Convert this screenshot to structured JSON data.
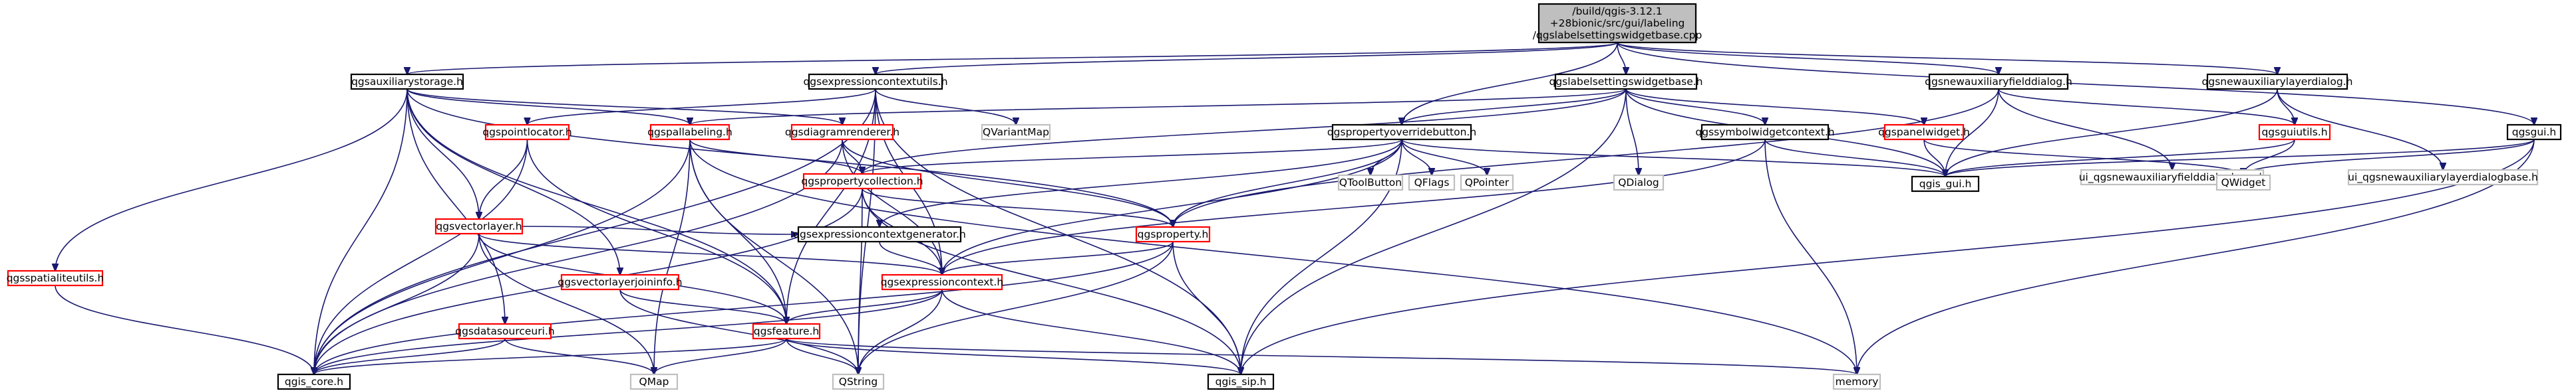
{
  "diagram": {
    "title": "include dependency graph",
    "colors": {
      "root_fill": "#bfbfbf",
      "root_stroke": "#000000",
      "documented_fill": "#ffffff",
      "documented_stroke": "#000000",
      "undocumented_fill": "#ffffff",
      "undocumented_stroke": "#ff0000",
      "external_fill": "#ffffff",
      "external_stroke": "#bfbfbf",
      "edge": "#191970"
    },
    "nodes": [
      {
        "id": "root",
        "lines": [
          "/build/qgis-3.12.1",
          "+28bionic/src/gui/labeling",
          "/qgslabelsettingswidgetbase.cpp"
        ],
        "style": "root"
      },
      {
        "id": "qgsauxiliarystorage",
        "lines": [
          "qgsauxiliarystorage.h"
        ],
        "style": "documented"
      },
      {
        "id": "qgsexpressioncontextutils",
        "lines": [
          "qgsexpressioncontextutils.h"
        ],
        "style": "documented"
      },
      {
        "id": "qgslabelsettingswidgetbase",
        "lines": [
          "qgslabelsettingswidgetbase.h"
        ],
        "style": "documented"
      },
      {
        "id": "qgsnewauxiliaryfielddialog",
        "lines": [
          "qgsnewauxiliaryfielddialog.h"
        ],
        "style": "documented"
      },
      {
        "id": "qgsnewauxiliarylayerdialog",
        "lines": [
          "qgsnewauxiliarylayerdialog.h"
        ],
        "style": "documented"
      },
      {
        "id": "qgsgui",
        "lines": [
          "qgsgui.h"
        ],
        "style": "documented"
      },
      {
        "id": "qgspointlocator",
        "lines": [
          "qgspointlocator.h"
        ],
        "style": "undocumented"
      },
      {
        "id": "qgspallabeling",
        "lines": [
          "qgspallabeling.h"
        ],
        "style": "undocumented"
      },
      {
        "id": "qgsdiagramrenderer",
        "lines": [
          "qgsdiagramrenderer.h"
        ],
        "style": "undocumented"
      },
      {
        "id": "qvariantmap",
        "lines": [
          "QVariantMap"
        ],
        "style": "external"
      },
      {
        "id": "qgspropertyoverridebutton",
        "lines": [
          "qgspropertyoverridebutton.h"
        ],
        "style": "documented"
      },
      {
        "id": "qgssymbolwidgetcontext",
        "lines": [
          "qgssymbolwidgetcontext.h"
        ],
        "style": "documented"
      },
      {
        "id": "qgspanelwidget",
        "lines": [
          "qgspanelwidget.h"
        ],
        "style": "undocumented"
      },
      {
        "id": "ui_fielddialogbase",
        "lines": [
          "ui_qgsnewauxiliaryfielddialogbase.h"
        ],
        "style": "external"
      },
      {
        "id": "qgsguiutils",
        "lines": [
          "qgsguiutils.h"
        ],
        "style": "undocumented"
      },
      {
        "id": "ui_layerdialogbase",
        "lines": [
          "ui_qgsnewauxiliarylayerdialogbase.h"
        ],
        "style": "external"
      },
      {
        "id": "qgsspatialiteutils",
        "lines": [
          "qgsspatialiteutils.h"
        ],
        "style": "undocumented"
      },
      {
        "id": "qgsvectorlayer",
        "lines": [
          "qgsvectorlayer.h"
        ],
        "style": "undocumented"
      },
      {
        "id": "qgspropertycollection",
        "lines": [
          "qgspropertycollection.h"
        ],
        "style": "undocumented"
      },
      {
        "id": "qtoolbutton",
        "lines": [
          "QToolButton"
        ],
        "style": "external"
      },
      {
        "id": "qflags",
        "lines": [
          "QFlags"
        ],
        "style": "external"
      },
      {
        "id": "qpointer",
        "lines": [
          "QPointer"
        ],
        "style": "external"
      },
      {
        "id": "qdialog",
        "lines": [
          "QDialog"
        ],
        "style": "external"
      },
      {
        "id": "qgis_gui",
        "lines": [
          "qgis_gui.h"
        ],
        "style": "documented"
      },
      {
        "id": "qwidget",
        "lines": [
          "QWidget"
        ],
        "style": "external"
      },
      {
        "id": "qgsexpressioncontextgenerator",
        "lines": [
          "qgsexpressioncontextgenerator.h"
        ],
        "style": "documented"
      },
      {
        "id": "qgsproperty",
        "lines": [
          "qgsproperty.h"
        ],
        "style": "undocumented"
      },
      {
        "id": "qgsvectorlayerjoininfo",
        "lines": [
          "qgsvectorlayerjoininfo.h"
        ],
        "style": "undocumented"
      },
      {
        "id": "qgsexpressioncontext",
        "lines": [
          "qgsexpressioncontext.h"
        ],
        "style": "undocumented"
      },
      {
        "id": "qgsdatasourceuri",
        "lines": [
          "qgsdatasourceuri.h"
        ],
        "style": "undocumented"
      },
      {
        "id": "qgsfeature",
        "lines": [
          "qgsfeature.h"
        ],
        "style": "undocumented"
      },
      {
        "id": "qgis_core",
        "lines": [
          "qgis_core.h"
        ],
        "style": "documented"
      },
      {
        "id": "qmap",
        "lines": [
          "QMap"
        ],
        "style": "external"
      },
      {
        "id": "qstring",
        "lines": [
          "QString"
        ],
        "style": "external"
      },
      {
        "id": "qgis_sip",
        "lines": [
          "qgis_sip.h"
        ],
        "style": "documented"
      },
      {
        "id": "memory",
        "lines": [
          "memory"
        ],
        "style": "external"
      }
    ],
    "edges": [
      [
        "root",
        "qgsauxiliarystorage"
      ],
      [
        "root",
        "qgsexpressioncontextutils"
      ],
      [
        "root",
        "qgslabelsettingswidgetbase"
      ],
      [
        "root",
        "qgsnewauxiliaryfielddialog"
      ],
      [
        "root",
        "qgsnewauxiliarylayerdialog"
      ],
      [
        "root",
        "qgsgui"
      ],
      [
        "root",
        "qgspropertyoverridebutton"
      ],
      [
        "qgsauxiliarystorage",
        "qgspallabeling"
      ],
      [
        "qgsauxiliarystorage",
        "qgsdiagramrenderer"
      ],
      [
        "qgsauxiliarystorage",
        "qgsvectorlayer"
      ],
      [
        "qgsauxiliarystorage",
        "qgsspatialiteutils"
      ],
      [
        "qgsauxiliarystorage",
        "qgsvectorlayerjoininfo"
      ],
      [
        "qgsauxiliarystorage",
        "qgsdatasourceuri"
      ],
      [
        "qgsauxiliarystorage",
        "qgsproperty"
      ],
      [
        "qgsauxiliarystorage",
        "qgis_core"
      ],
      [
        "qgsauxiliarystorage",
        "qgsfeature"
      ],
      [
        "qgsexpressioncontextutils",
        "qgspointlocator"
      ],
      [
        "qgsexpressioncontextutils",
        "qvariantmap"
      ],
      [
        "qgsexpressioncontextutils",
        "qgsexpressioncontext"
      ],
      [
        "qgsexpressioncontextutils",
        "qgis_core"
      ],
      [
        "qgsexpressioncontextutils",
        "qgis_sip"
      ],
      [
        "qgsexpressioncontextutils",
        "qgsfeature"
      ],
      [
        "qgsexpressioncontextutils",
        "qstring"
      ],
      [
        "qgslabelsettingswidgetbase",
        "qgspallabeling"
      ],
      [
        "qgslabelsettingswidgetbase",
        "qgspropertyoverridebutton"
      ],
      [
        "qgslabelsettingswidgetbase",
        "qgssymbolwidgetcontext"
      ],
      [
        "qgslabelsettingswidgetbase",
        "qgspanelwidget"
      ],
      [
        "qgslabelsettingswidgetbase",
        "qdialog"
      ],
      [
        "qgslabelsettingswidgetbase",
        "qgis_gui"
      ],
      [
        "qgslabelsettingswidgetbase",
        "qgspropertycollection"
      ],
      [
        "qgslabelsettingswidgetbase",
        "qgis_sip"
      ],
      [
        "qgsnewauxiliaryfielddialog",
        "ui_fielddialogbase"
      ],
      [
        "qgsnewauxiliaryfielddialog",
        "qgsguiutils"
      ],
      [
        "qgsnewauxiliaryfielddialog",
        "qgis_gui"
      ],
      [
        "qgsnewauxiliaryfielddialog",
        "qgsproperty"
      ],
      [
        "qgsnewauxiliarylayerdialog",
        "ui_layerdialogbase"
      ],
      [
        "qgsnewauxiliarylayerdialog",
        "qgsguiutils"
      ],
      [
        "qgsnewauxiliarylayerdialog",
        "qgis_gui"
      ],
      [
        "qgsgui",
        "qgis_gui"
      ],
      [
        "qgsgui",
        "qwidget"
      ],
      [
        "qgsgui",
        "qgis_sip"
      ],
      [
        "qgsgui",
        "memory"
      ],
      [
        "qgspointlocator",
        "qgis_core"
      ],
      [
        "qgspointlocator",
        "qgsvectorlayer"
      ],
      [
        "qgspointlocator",
        "qgsfeature"
      ],
      [
        "qgspallabeling",
        "qgspropertycollection"
      ],
      [
        "qgspallabeling",
        "qgsfeature"
      ],
      [
        "qgspallabeling",
        "qgis_core"
      ],
      [
        "qgspallabeling",
        "qstring"
      ],
      [
        "qgspallabeling",
        "qmap"
      ],
      [
        "qgspallabeling",
        "memory"
      ],
      [
        "qgsdiagramrenderer",
        "qgspropertycollection"
      ],
      [
        "qgsdiagramrenderer",
        "qgsexpressioncontext"
      ],
      [
        "qgsdiagramrenderer",
        "qgis_core"
      ],
      [
        "qgsdiagramrenderer",
        "qgsproperty"
      ],
      [
        "qgspropertyoverridebutton",
        "qgspropertycollection"
      ],
      [
        "qgspropertyoverridebutton",
        "qtoolbutton"
      ],
      [
        "qgspropertyoverridebutton",
        "qflags"
      ],
      [
        "qgspropertyoverridebutton",
        "qpointer"
      ],
      [
        "qgspropertyoverridebutton",
        "qgis_gui"
      ],
      [
        "qgspropertyoverridebutton",
        "qgsexpressioncontextgenerator"
      ],
      [
        "qgspropertyoverridebutton",
        "qgsproperty"
      ],
      [
        "qgspropertyoverridebutton",
        "qgis_sip"
      ],
      [
        "qgspropertyoverridebutton",
        "qgsexpressioncontext"
      ],
      [
        "qgssymbolwidgetcontext",
        "qgis_gui"
      ],
      [
        "qgssymbolwidgetcontext",
        "memory"
      ],
      [
        "qgssymbolwidgetcontext",
        "qgsexpressioncontext"
      ],
      [
        "qgspanelwidget",
        "qgis_gui"
      ],
      [
        "qgspanelwidget",
        "qwidget"
      ],
      [
        "qgsguiutils",
        "qgis_gui"
      ],
      [
        "qgsguiutils",
        "qwidget"
      ],
      [
        "qgsspatialiteutils",
        "qgis_core"
      ],
      [
        "qgsvectorlayer",
        "qgis_core"
      ],
      [
        "qgsvectorlayer",
        "qgsexpressioncontextgenerator"
      ],
      [
        "qgsvectorlayer",
        "qgsfeature"
      ],
      [
        "qgsvectorlayer",
        "qmap"
      ],
      [
        "qgsvectorlayer",
        "qgsexpressioncontext"
      ],
      [
        "qgspropertycollection",
        "qgsexpressioncontext"
      ],
      [
        "qgspropertycollection",
        "qgsproperty"
      ],
      [
        "qgspropertycollection",
        "qgis_core"
      ],
      [
        "qgspropertycollection",
        "qgis_sip"
      ],
      [
        "qgspropertycollection",
        "qstring"
      ],
      [
        "qgsexpressioncontextgenerator",
        "qgsexpressioncontext"
      ],
      [
        "qgsproperty",
        "qgsexpressioncontext"
      ],
      [
        "qgsproperty",
        "qgis_core"
      ],
      [
        "qgsproperty",
        "qgis_sip"
      ],
      [
        "qgsproperty",
        "qstring"
      ],
      [
        "qgsvectorlayerjoininfo",
        "qgsfeature"
      ],
      [
        "qgsvectorlayerjoininfo",
        "qstring"
      ],
      [
        "qgsexpressioncontext",
        "qgis_core"
      ],
      [
        "qgsexpressioncontext",
        "qgis_sip"
      ],
      [
        "qgsexpressioncontext",
        "qstring"
      ],
      [
        "qgsexpressioncontext",
        "qgsfeature"
      ],
      [
        "qgsdatasourceuri",
        "qgis_core"
      ],
      [
        "qgsdatasourceuri",
        "qmap"
      ],
      [
        "qgsfeature",
        "qgis_core"
      ],
      [
        "qgsfeature",
        "qmap"
      ],
      [
        "qgsfeature",
        "qstring"
      ],
      [
        "qgsfeature",
        "qgis_sip"
      ],
      [
        "qgsfeature",
        "memory"
      ]
    ]
  }
}
